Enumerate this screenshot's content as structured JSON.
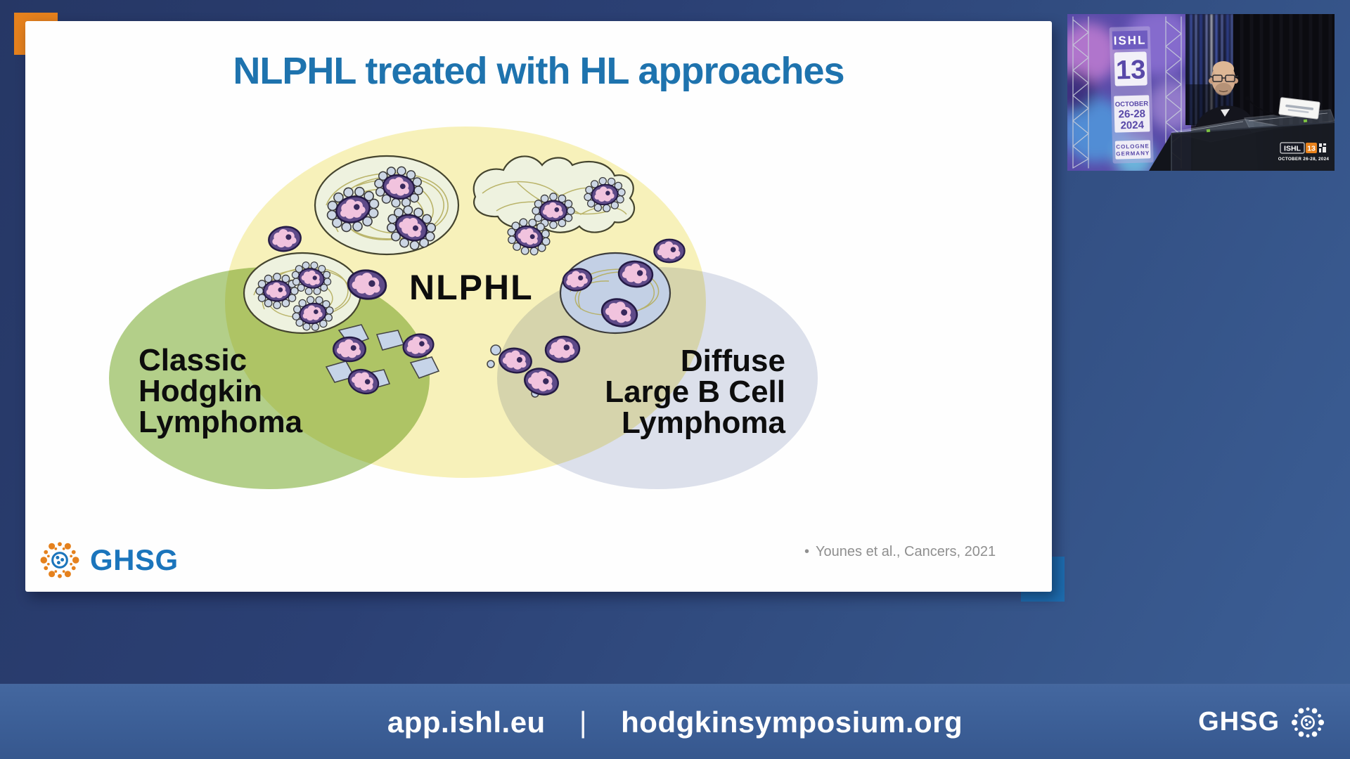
{
  "theme": {
    "background_top": "#263765",
    "background_bottom": "#3c5f96",
    "accent_orange": "#e5811d",
    "accent_blue": "#1d6cae",
    "title_color": "#1e73ae",
    "ghsg_blue": "#1b75bc",
    "footer_text_color": "#ffffff"
  },
  "slide": {
    "title": "NLPHL treated with HL approaches",
    "citation": {
      "bullet": "•",
      "text": "Younes et al., Cancers, 2021"
    },
    "logo": {
      "label": "GHSG"
    },
    "venn": {
      "left_label": {
        "lines": [
          "Classic",
          "Hodgkin",
          "Lymphoma"
        ]
      },
      "center_label": "NLPHL",
      "right_label": {
        "lines": [
          "Diffuse",
          "Large B Cell",
          "Lymphoma"
        ]
      },
      "colors": {
        "nlphl": "#f7f1ba",
        "chl": "#b4d08a",
        "dlbcl": "#dde1ec"
      }
    }
  },
  "video": {
    "banner": {
      "event": "ISHL",
      "edition": "13",
      "date_lines": [
        "OCTOBER",
        "26-28",
        "2024"
      ],
      "location_lines": [
        "COLOGNE",
        "GERMANY"
      ]
    },
    "watermark": {
      "event": "ISHL",
      "edition": "13",
      "date": "OCTOBER 26-28, 2024"
    }
  },
  "footer": {
    "links": [
      {
        "label": "app.ishl.eu"
      },
      {
        "label": "hodgkinsymposium.org"
      }
    ],
    "separator": "|",
    "brand": "GHSG"
  }
}
